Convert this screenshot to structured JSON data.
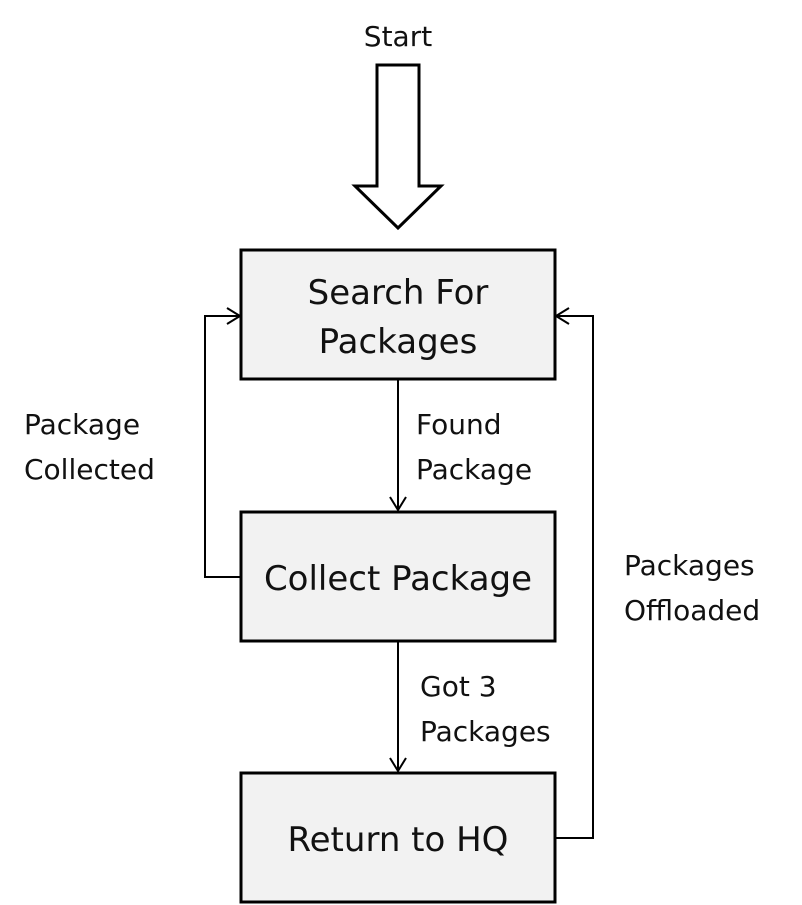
{
  "start_label": "Start",
  "states": {
    "search": {
      "line1": "Search For",
      "line2": "Packages"
    },
    "collect": {
      "label": "Collect Package"
    },
    "return": {
      "label": "Return to HQ"
    }
  },
  "transitions": {
    "found_package": {
      "line1": "Found",
      "line2": "Package"
    },
    "package_collected": {
      "line1": "Package",
      "line2": "Collected"
    },
    "got_3_packages": {
      "line1": "Got 3",
      "line2": "Packages"
    },
    "packages_offloaded": {
      "line1": "Packages",
      "line2": "Offloaded"
    }
  },
  "colors": {
    "box_fill": "#f2f2f2",
    "stroke": "#000000"
  }
}
